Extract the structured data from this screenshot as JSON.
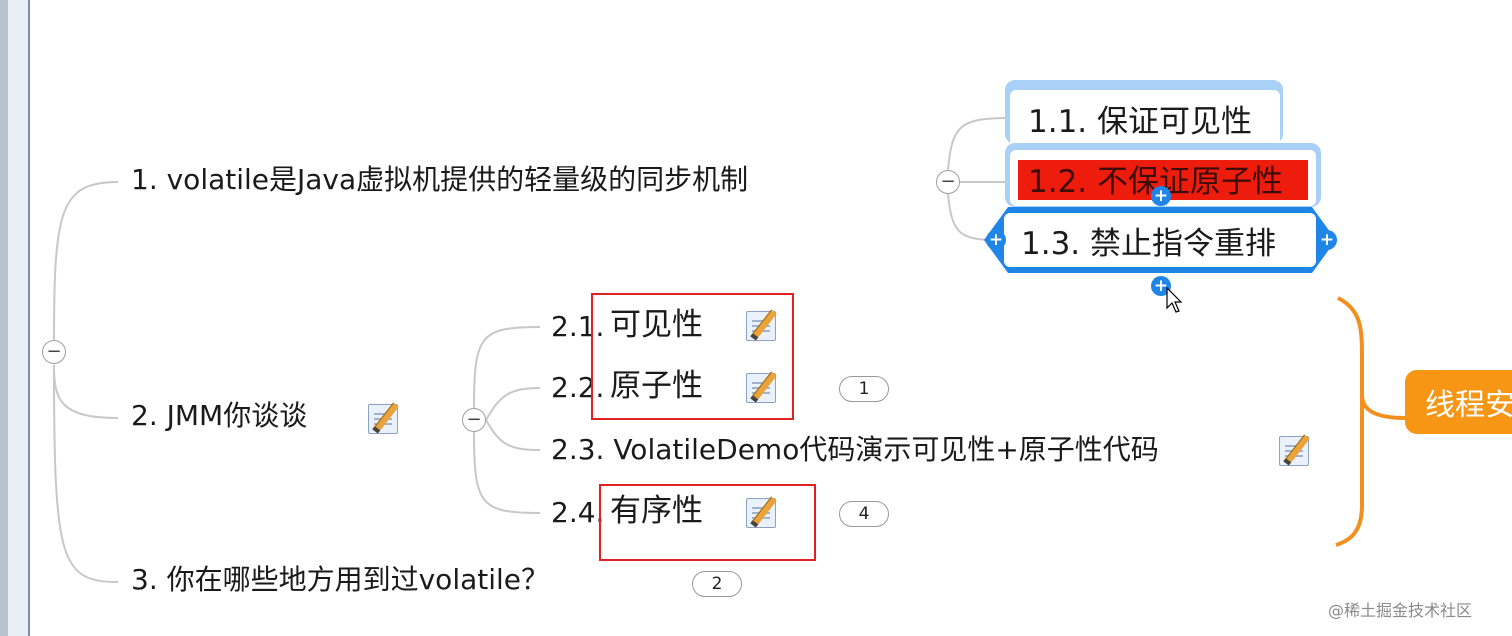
{
  "root_children": [
    {
      "label": "1. volatile是Java虚拟机提供的轻量级的同步机制"
    },
    {
      "label": "2. JMM你谈谈"
    },
    {
      "label": "3. 你在哪些地方用到过volatile？",
      "badge": "2"
    }
  ],
  "topic1_children": [
    {
      "label": "1.1. 保证可见性"
    },
    {
      "label": "1.2. 不保证原子性"
    },
    {
      "label": "1.3. 禁止指令重排"
    }
  ],
  "topic2_children": [
    {
      "prefix": "2.1.",
      "label": "可见性"
    },
    {
      "prefix": "2.2.",
      "label": "原子性",
      "badge": "1"
    },
    {
      "label": "2.3. VolatileDemo代码演示可见性+原子性代码"
    },
    {
      "prefix": "2.4.",
      "label": "有序性",
      "badge": "4"
    }
  ],
  "collapse_symbol": "−",
  "plus_symbol": "+",
  "summary_topic": "线程安",
  "watermark": "@稀土掘金技术社区",
  "colors": {
    "selection_blue": "#5ca8f0",
    "highlight_red": "#ee1c0c",
    "boundary_red": "#e02222",
    "summary_orange": "#f79515"
  },
  "icons": [
    "note-icon",
    "collapse-icon",
    "add-topic-icon",
    "mouse-cursor-icon"
  ]
}
